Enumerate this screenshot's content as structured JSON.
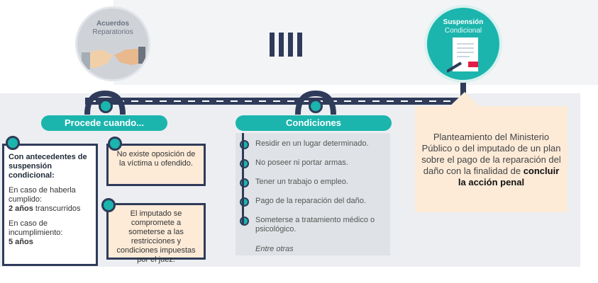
{
  "left_circle": {
    "title": "Acuerdos",
    "subtitle": "Reparatorios",
    "icon": "handshake-icon"
  },
  "right_circle": {
    "title": "Suspensión",
    "subtitle": "Condicional",
    "icon": "document-signing-icon"
  },
  "divider": {
    "icon": "roman-four-bars"
  },
  "left_section": {
    "header": "Procede cuando...",
    "antecedentes": {
      "heading": "Con antecedentes de suspensión condicional:",
      "case1_text": "En caso de haberla cumplido:",
      "case1_value": "2 años",
      "case1_suffix": " transcurridos",
      "case2_text": "En caso de incumplimiento:",
      "case2_value": "5 años"
    },
    "opposition": "No existe oposición de la víctima u ofendido.",
    "commitment": "El imputado se compromete a someterse a las restricciones y condiciones impuestas por el juez."
  },
  "conditions": {
    "header": "Condiciones",
    "items": [
      "Residir en un lugar determinado.",
      "No poseer ni portar armas.",
      "Tener un trabajo o empleo.",
      "Pago de la reparación del daño.",
      "Someterse a tratamiento médico o psicológico."
    ],
    "footer": "Entre otras"
  },
  "right_box": {
    "text": "Planteamiento del Ministerio Público o del imputado de un plan sobre el pago de la reparación del daño con la finalidad de ",
    "bold": "concluir la acción penal"
  },
  "colors": {
    "teal": "#1bb5ad",
    "navy": "#2f3b59",
    "peach": "#fdebd8",
    "panel": "#dfe2e6"
  }
}
